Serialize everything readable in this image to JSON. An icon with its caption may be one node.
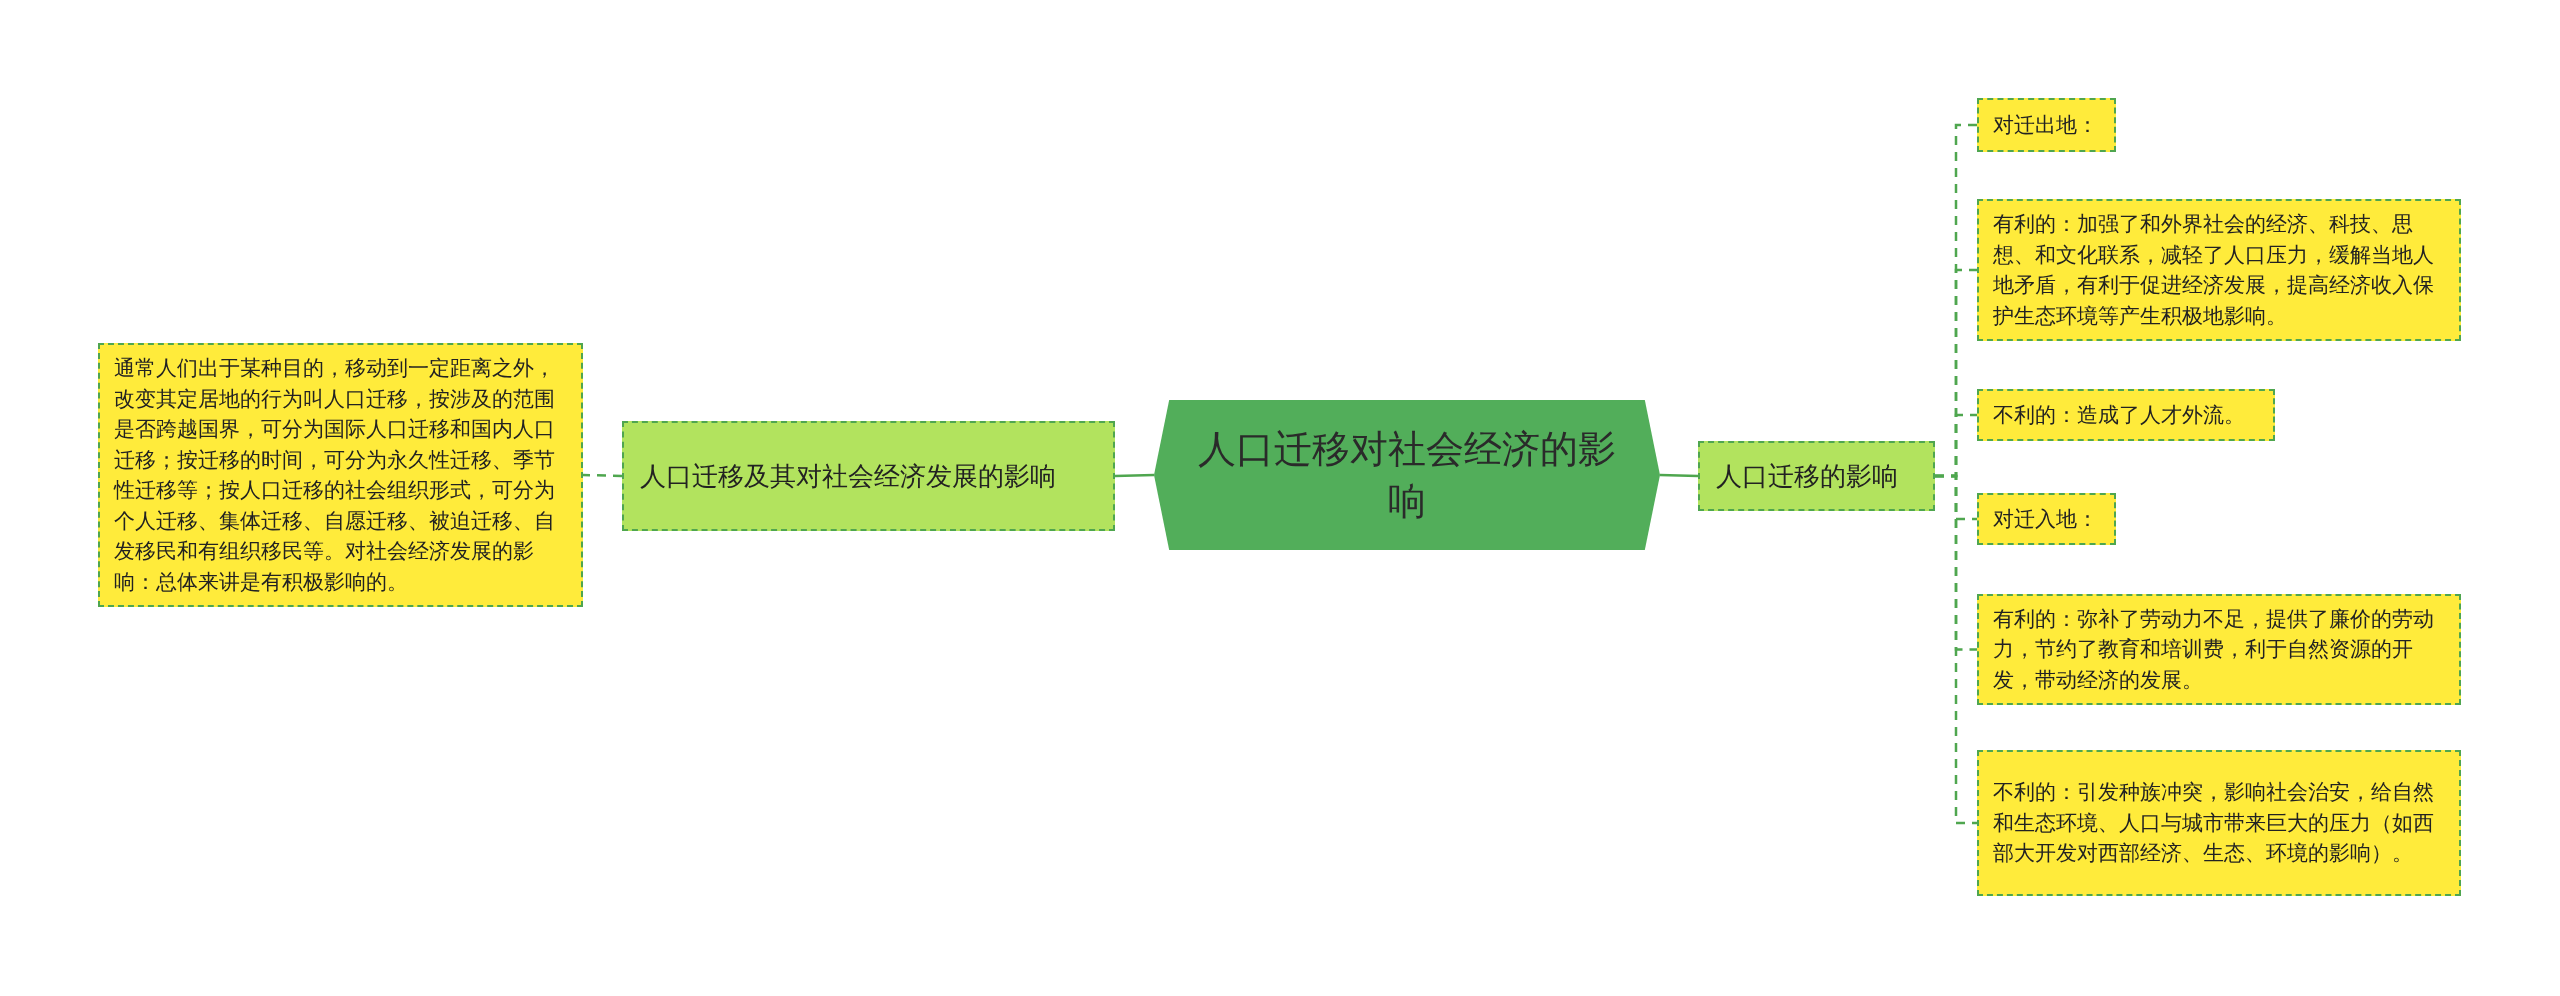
{
  "diagram": {
    "nodes": [
      {
        "text": [
          "人口迁移对社会经济的影响"
        ]
      },
      {
        "text": [
          "人口迁移及其对社会经济发展的影响"
        ]
      },
      {
        "text": [
          "通常人们出于某种目的，移动到一定距离之外，改变其定居地的行为叫人口迁移，按涉及的范围是否跨越国界，可分为国际人口迁移和国内人口迁移；按迁移的时间，可分为永久性迁移、季节性迁移等；按人口迁移的社会组织形式，可分为个人迁移、集体迁移、自愿迁移、被迫迁移、自发移民和有组织移民等。对社会经济发展的影响：总体来讲是有积极影响的。"
        ]
      },
      {
        "text": [
          "人口迁移的影响"
        ]
      },
      {
        "text": [
          "对迁出地："
        ]
      },
      {
        "text": [
          "有利的：加强了和外界社会的经济、科技、思想、和文化联系，减轻了人口压力，缓解当地人地矛盾，有利于促进经济发展，提高经济收入保护生态环境等产生积极地影响。"
        ]
      },
      {
        "text": [
          "不利的：造成了人才外流。"
        ]
      },
      {
        "text": [
          "对迁入地："
        ]
      },
      {
        "text": [
          "有利的：弥补了劳动力不足，提供了廉价的劳动力，节约了教育和培训费，利于自然资源的开发，带动经济的发展。"
        ]
      },
      {
        "text": [
          "不利的：引发种族冲突，影响社会治安，给自然和生态环境、人口与城市带来巨大的压力（如西部大开发对西部经济、生态、环境的影响）。"
        ]
      }
    ],
    "edges": [
      {
        "from": 0,
        "to": 1,
        "arrow": "none"
      },
      {
        "from": 1,
        "to": 2,
        "arrow": "none",
        "style": "dashed"
      },
      {
        "from": 0,
        "to": 3,
        "arrow": "none"
      },
      {
        "from": 3,
        "to": 4,
        "arrow": "none",
        "style": "dashed"
      },
      {
        "from": 3,
        "to": 5,
        "arrow": "none",
        "style": "dashed"
      },
      {
        "from": 3,
        "to": 6,
        "arrow": "none",
        "style": "dashed"
      },
      {
        "from": 3,
        "to": 7,
        "arrow": "none",
        "style": "dashed"
      },
      {
        "from": 3,
        "to": 8,
        "arrow": "none",
        "style": "dashed"
      },
      {
        "from": 3,
        "to": 9,
        "arrow": "none",
        "style": "dashed"
      }
    ]
  }
}
